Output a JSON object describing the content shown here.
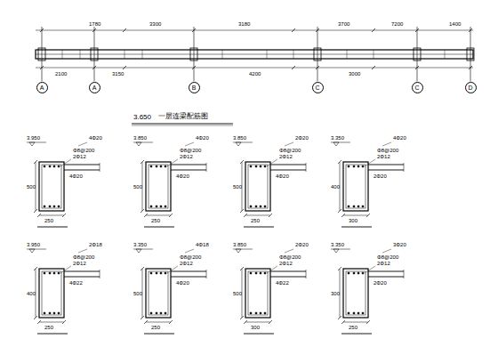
{
  "diagram": {
    "nodes": [
      {
        "text": [
          "A"
        ]
      },
      {
        "text": [
          "A"
        ]
      },
      {
        "text": [
          "B"
        ]
      },
      {
        "text": [
          "C"
        ]
      },
      {
        "text": [
          "C"
        ]
      },
      {
        "text": [
          "D"
        ]
      }
    ],
    "labels": [
      "1780",
      "3300",
      "3180",
      "3700",
      "7200",
      "1400",
      "2100",
      "3150",
      "4200",
      "3000",
      "3.650",
      "一层连梁配筋图",
      "3.950",
      "4Φ20",
      "Φ8@200",
      "2Φ12",
      "4Φ20",
      "500",
      "250",
      "3.850",
      "4Φ20",
      "Φ8@200",
      "2Φ12",
      "4Φ20",
      "500",
      "250",
      "3.850",
      "2Φ20",
      "Φ8@200",
      "2Φ12",
      "4Φ20",
      "500",
      "250",
      "3.350",
      "4Φ20",
      "Φ8@200",
      "2Φ12",
      "2Φ20",
      "400",
      "300",
      "3.950",
      "2Φ18",
      "Φ8@200",
      "2Φ12",
      "4Φ22",
      "400",
      "250",
      "3.350",
      "4Φ18",
      "Φ8@200",
      "2Φ12",
      "4Φ20",
      "500",
      "250",
      "3.850",
      "2Φ20",
      "Φ8@200",
      "2Φ12",
      "4Φ22",
      "500",
      "300",
      "3.350",
      "3Φ20",
      "Φ8@200",
      "2Φ12",
      "2Φ20",
      "300",
      "250"
    ]
  }
}
